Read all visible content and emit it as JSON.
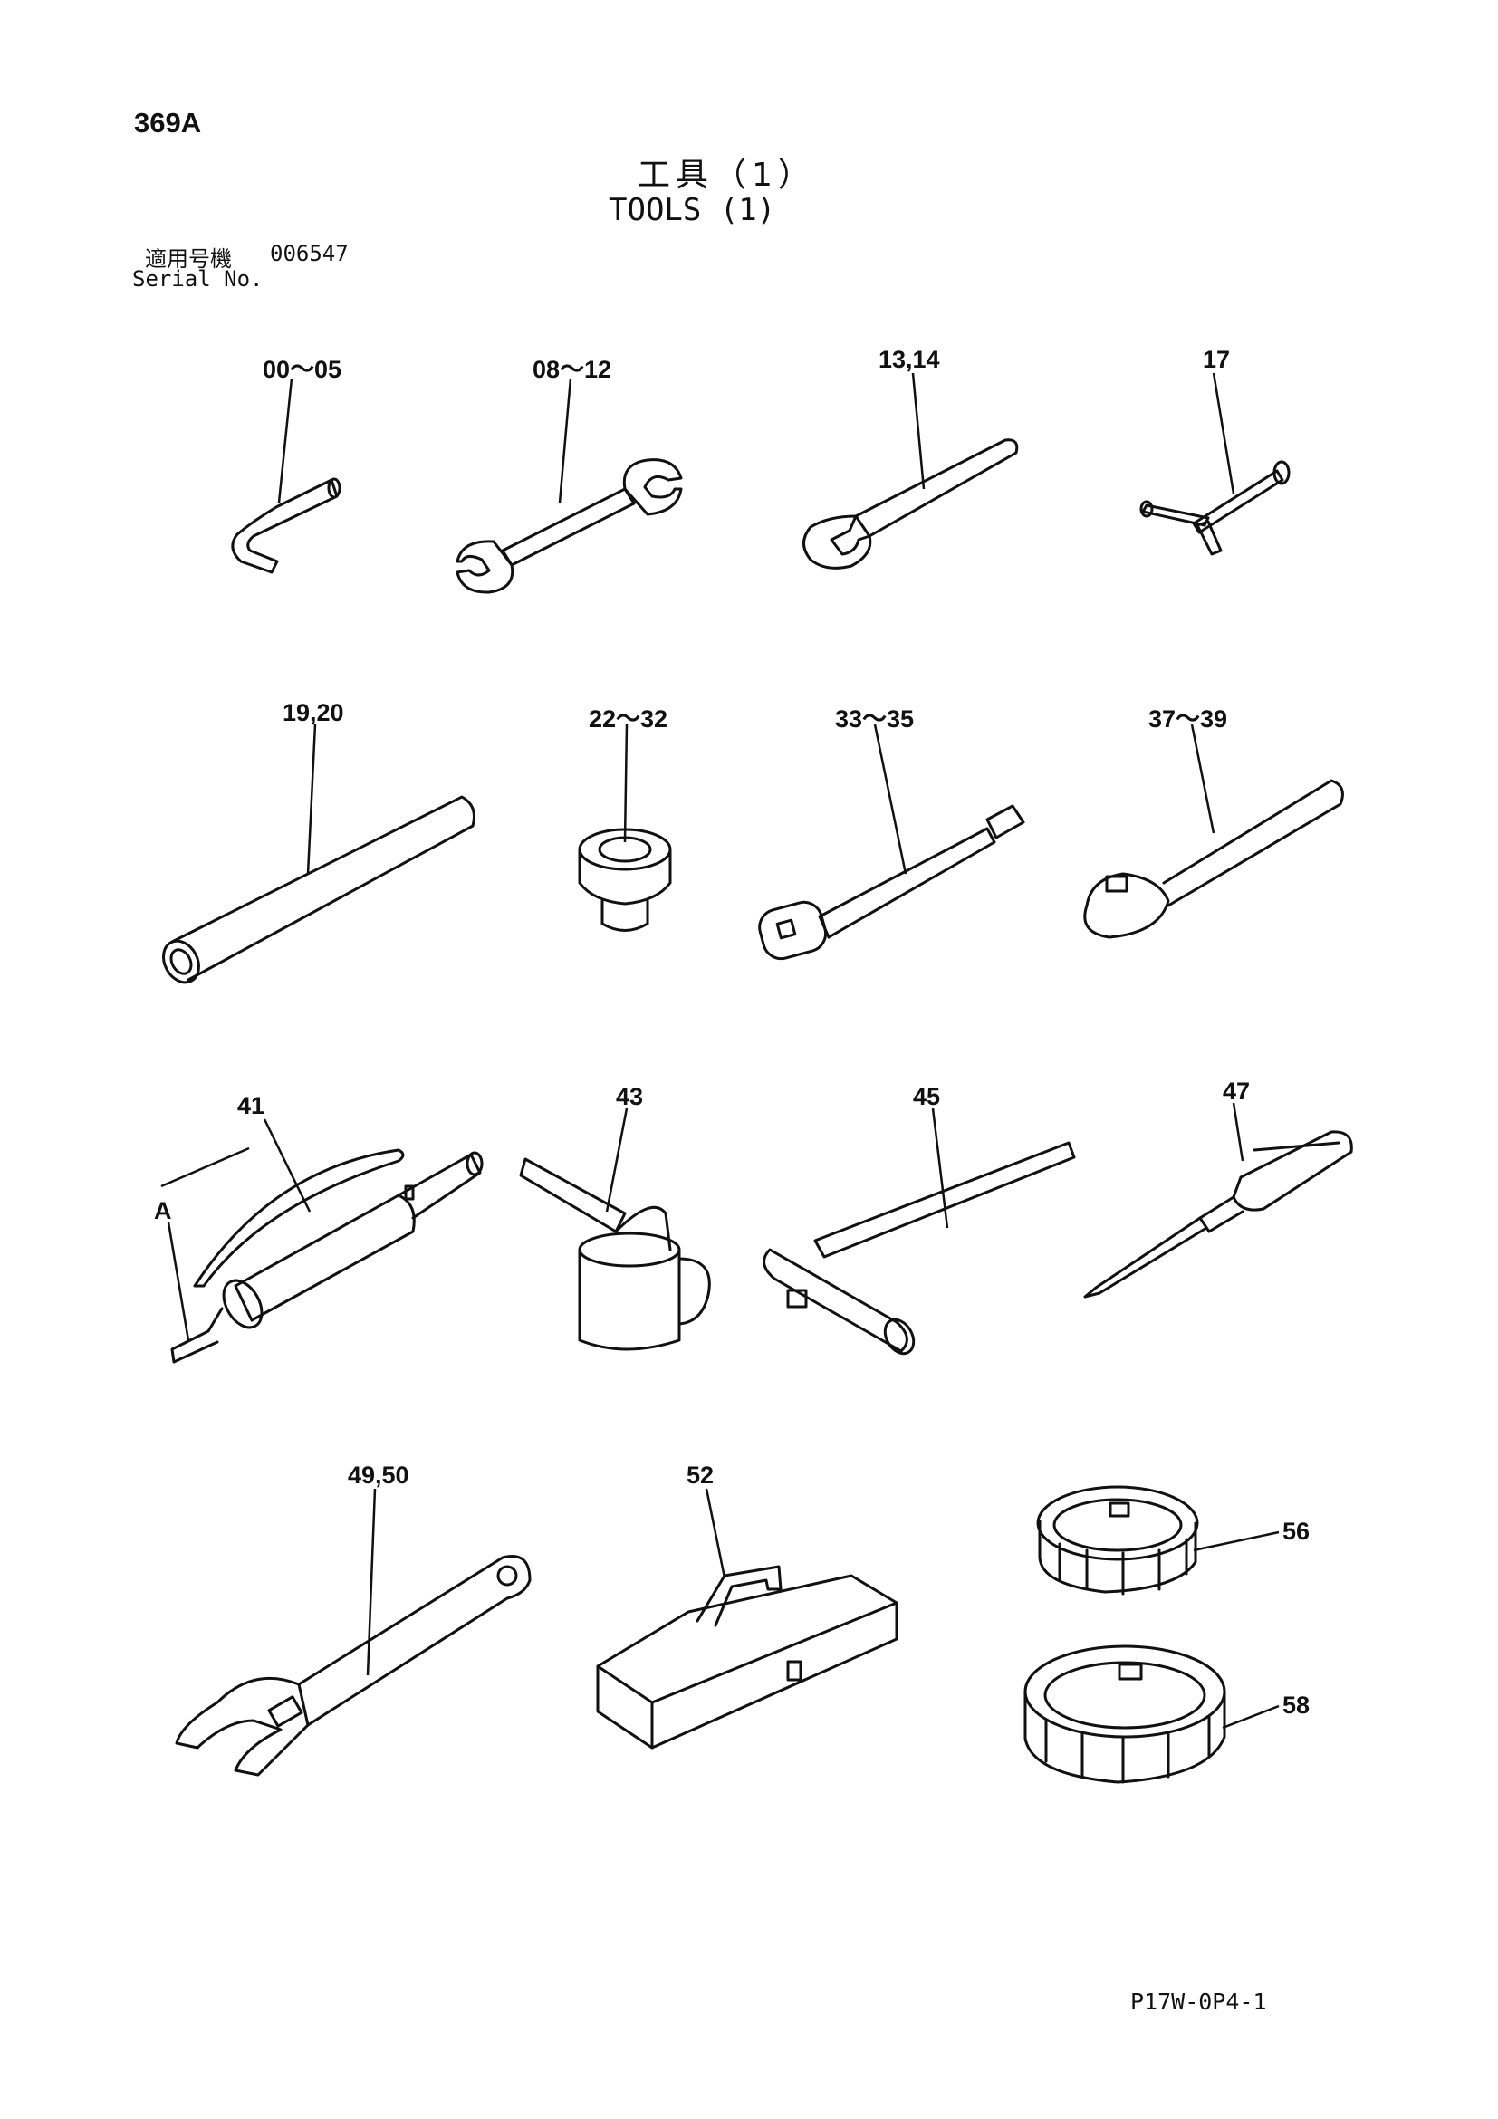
{
  "header": {
    "page_code": "369A",
    "title_jp": "工具（1）",
    "title_en": "TOOLS (1)",
    "serial_label_jp": "適用号機",
    "serial_number": "006547",
    "serial_label_en": "Serial No."
  },
  "callouts": {
    "c1": "00～05",
    "c2": "08～12",
    "c3": "13,14",
    "c4": "17",
    "c5": "19,20",
    "c6": "22～32",
    "c7": "33～35",
    "c8": "37～39",
    "c9": "41",
    "c9a": "A",
    "c10": "43",
    "c11": "45",
    "c12": "47",
    "c13": "49,50",
    "c14": "52",
    "c15": "56",
    "c16": "58"
  },
  "tools": [
    "hex-key",
    "open-end-wrench-double",
    "open-end-wrench-single",
    "t-handle",
    "pipe",
    "socket",
    "socket-extension",
    "ratchet-handle",
    "grease-gun",
    "oil-can",
    "hammer",
    "screwdriver",
    "adjustable-wrench",
    "tool-box",
    "filter-wrench-small",
    "filter-wrench-large"
  ],
  "footer": {
    "drawing_code": "P17W-0P4-1"
  }
}
